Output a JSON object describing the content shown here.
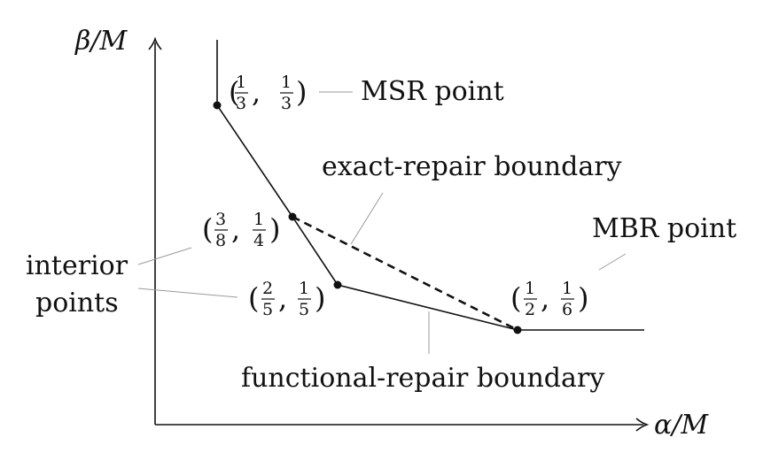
{
  "axes": {
    "x_label": "α/M",
    "y_label": "β/M"
  },
  "points": [
    {
      "id": "p1",
      "x_num": "1",
      "x_den": "3",
      "y_num": "1",
      "y_den": "3"
    },
    {
      "id": "p2",
      "x_num": "3",
      "x_den": "8",
      "y_num": "1",
      "y_den": "4"
    },
    {
      "id": "p3",
      "x_num": "2",
      "x_den": "5",
      "y_num": "1",
      "y_den": "5"
    },
    {
      "id": "p4",
      "x_num": "1",
      "x_den": "2",
      "y_num": "1",
      "y_den": "6"
    }
  ],
  "annotations": {
    "msr_point": "MSR point",
    "mbr_point": "MBR point",
    "exact_repair": "exact-repair boundary",
    "functional_repair": "functional-repair boundary",
    "interior_line1": "interior",
    "interior_line2": "points"
  },
  "colors": {
    "ink": "#111111",
    "leader": "#9a9a9a"
  }
}
